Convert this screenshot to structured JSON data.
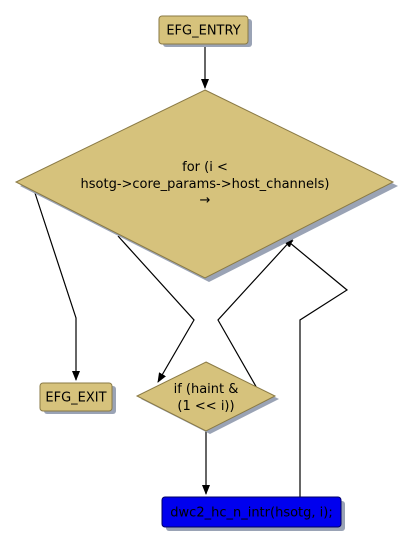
{
  "colors": {
    "node_fill": "#d6c27c",
    "node_stroke": "#8a7a45",
    "shadow": "#9aa3b5",
    "highlight_fill": "#0000ee",
    "highlight_stroke": "#000066",
    "edge": "#000000"
  },
  "nodes": {
    "entry": {
      "label": "EFG_ENTRY"
    },
    "loop": {
      "lines": [
        "for (i <",
        "hsotg->core_params->host_channels)",
        "→"
      ]
    },
    "exit": {
      "label": "EFG_EXIT"
    },
    "cond": {
      "lines": [
        "if (haint &",
        "(1 << i))"
      ]
    },
    "call": {
      "label": "dwc2_hc_n_intr(hsotg, i);"
    }
  }
}
